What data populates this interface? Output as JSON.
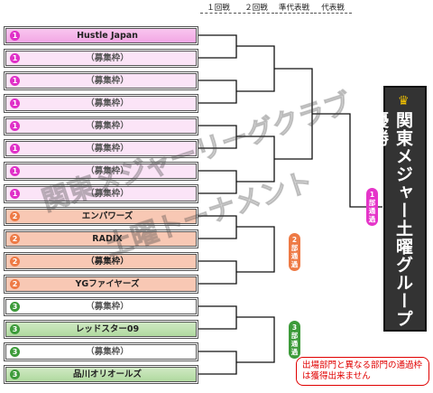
{
  "rounds": [
    "１回戦",
    "２回戦",
    "準代表戦",
    "代表戦"
  ],
  "teams": [
    {
      "group": "1",
      "name": "Hustle Japan",
      "style": "g1 hl"
    },
    {
      "group": "1",
      "name": "（募集枠）",
      "style": "g1"
    },
    {
      "group": "1",
      "name": "（募集枠）",
      "style": "g1"
    },
    {
      "group": "1",
      "name": "（募集枠）",
      "style": "g1"
    },
    {
      "group": "1",
      "name": "（募集枠）",
      "style": "g1"
    },
    {
      "group": "1",
      "name": "（募集枠）",
      "style": "g1"
    },
    {
      "group": "1",
      "name": "（募集枠）",
      "style": "g1"
    },
    {
      "group": "1",
      "name": "（募集枠）",
      "style": "g1"
    },
    {
      "group": "2",
      "name": "エンパワーズ",
      "style": "g2"
    },
    {
      "group": "2",
      "name": "RADIX",
      "style": "g2"
    },
    {
      "group": "2",
      "name": "（募集枠）",
      "style": "g2"
    },
    {
      "group": "2",
      "name": "YGファイヤーズ",
      "style": "g2"
    },
    {
      "group": "3",
      "name": "（募集枠）",
      "style": "g3"
    },
    {
      "group": "3",
      "name": "レッドスター09",
      "style": "g3 hl"
    },
    {
      "group": "3",
      "name": "（募集枠）",
      "style": "g3"
    },
    {
      "group": "3",
      "name": "品川オリオールズ",
      "style": "g3 hl"
    }
  ],
  "passes": [
    {
      "label": "1部通過",
      "color": "#e535c9"
    },
    {
      "label": "2部通過",
      "color": "#ee7a45"
    },
    {
      "label": "3部通過",
      "color": "#3d9b3a"
    }
  ],
  "winner": {
    "crown": "♛",
    "title": "関東メジャー土曜グループ優勝",
    "crown_color": "#f2c200",
    "bg": "#333333"
  },
  "note": "出場部門と異なる部門の通過枠は獲得出来ません",
  "watermark": {
    "line1": "関東メジャーリーグクラブ",
    "line2": "土曜トーナメント"
  }
}
